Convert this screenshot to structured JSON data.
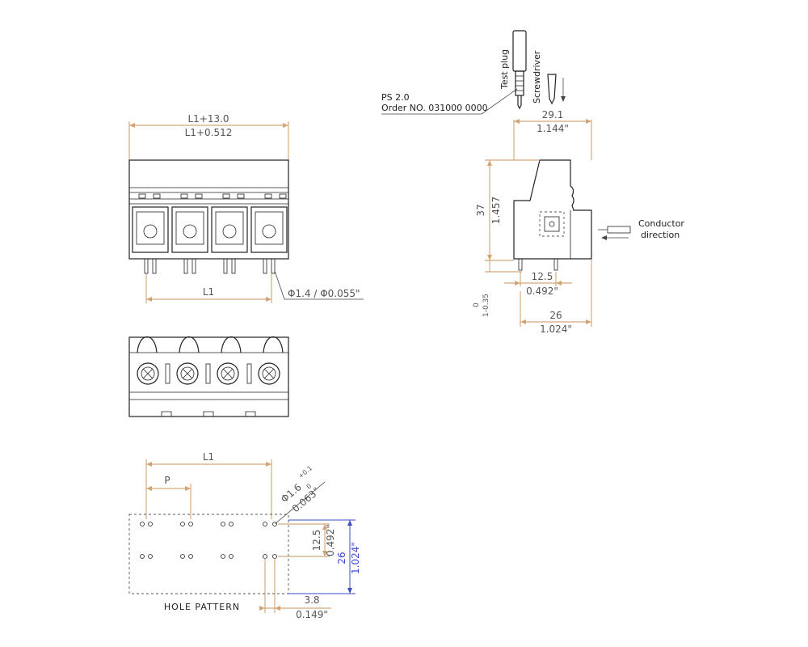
{
  "front_view": {
    "dim_top": "L1+13.0",
    "dim_top_in": "L1+0.512",
    "dim_l1": "L1",
    "pin_dia": "Φ1.4 / Φ0.055\""
  },
  "side_view": {
    "test_plug": "Test plug",
    "screwdriver": "Screwdriver",
    "ps_label": "PS 2.0",
    "order_label": "Order NO. 031000 0000",
    "width_mm": "29.1",
    "width_in": "1.144\"",
    "height_mm": "37",
    "height_in": "1.457",
    "pitch_mm": "12.5",
    "pitch_in": "0.492\"",
    "tol": "0\n1-0.35",
    "base_mm": "26",
    "base_in": "1.024\"",
    "conductor": "Conductor",
    "direction": "direction"
  },
  "hole_pattern": {
    "title": "HOLE PATTERN",
    "dim_l1": "L1",
    "dim_p": "P",
    "hole_dia": "Φ1.6",
    "hole_tol_plus": "+0.1",
    "hole_tol_zero": "0",
    "hole_in": "0.063\"",
    "row_mm": "12.5",
    "row_in": "0.492\"",
    "total_mm": "26",
    "total_in": "1.024\"",
    "edge_mm": "3.8",
    "edge_in": "0.149\""
  },
  "colors": {
    "dimension": "#d4a373",
    "blue_dimension": "#3b4bd0",
    "outline": "#222222"
  }
}
